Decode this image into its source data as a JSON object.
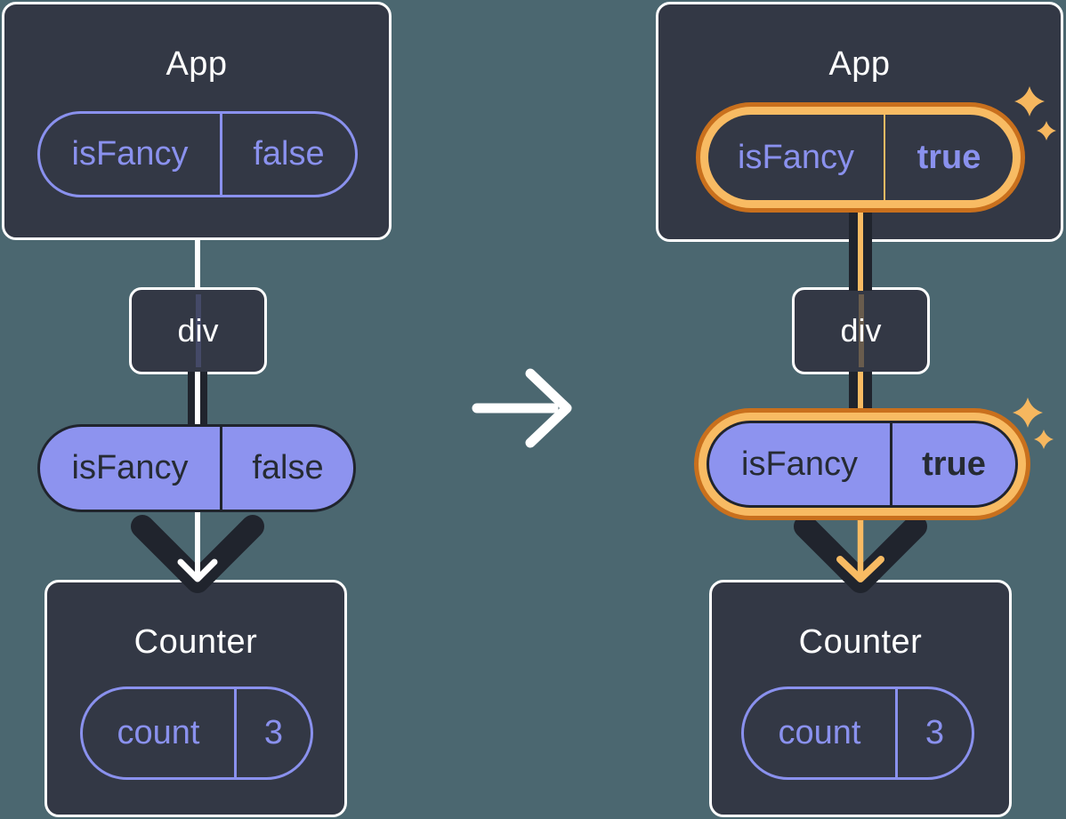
{
  "diagram": {
    "before": {
      "app": {
        "title": "App",
        "state": {
          "key": "isFancy",
          "value": "false"
        }
      },
      "div_node": {
        "label": "div"
      },
      "prop": {
        "key": "isFancy",
        "value": "false"
      },
      "counter": {
        "title": "Counter",
        "state": {
          "key": "count",
          "value": "3"
        }
      }
    },
    "after": {
      "app": {
        "title": "App",
        "state": {
          "key": "isFancy",
          "value": "true"
        }
      },
      "div_node": {
        "label": "div"
      },
      "prop": {
        "key": "isFancy",
        "value": "true"
      },
      "counter": {
        "title": "Counter",
        "state": {
          "key": "count",
          "value": "3"
        }
      }
    },
    "colors": {
      "background": "#4b6770",
      "node_fill": "#333845",
      "node_border": "#ffffff",
      "purple_accent": "#8a91ee",
      "purple_pill_fill": "#8d93ef",
      "arrow_dark": "#20242d",
      "highlight_ring_outer": "#c9701d",
      "highlight_ring_inner": "#f8bb63",
      "sparkle": "#f6b75f"
    }
  }
}
